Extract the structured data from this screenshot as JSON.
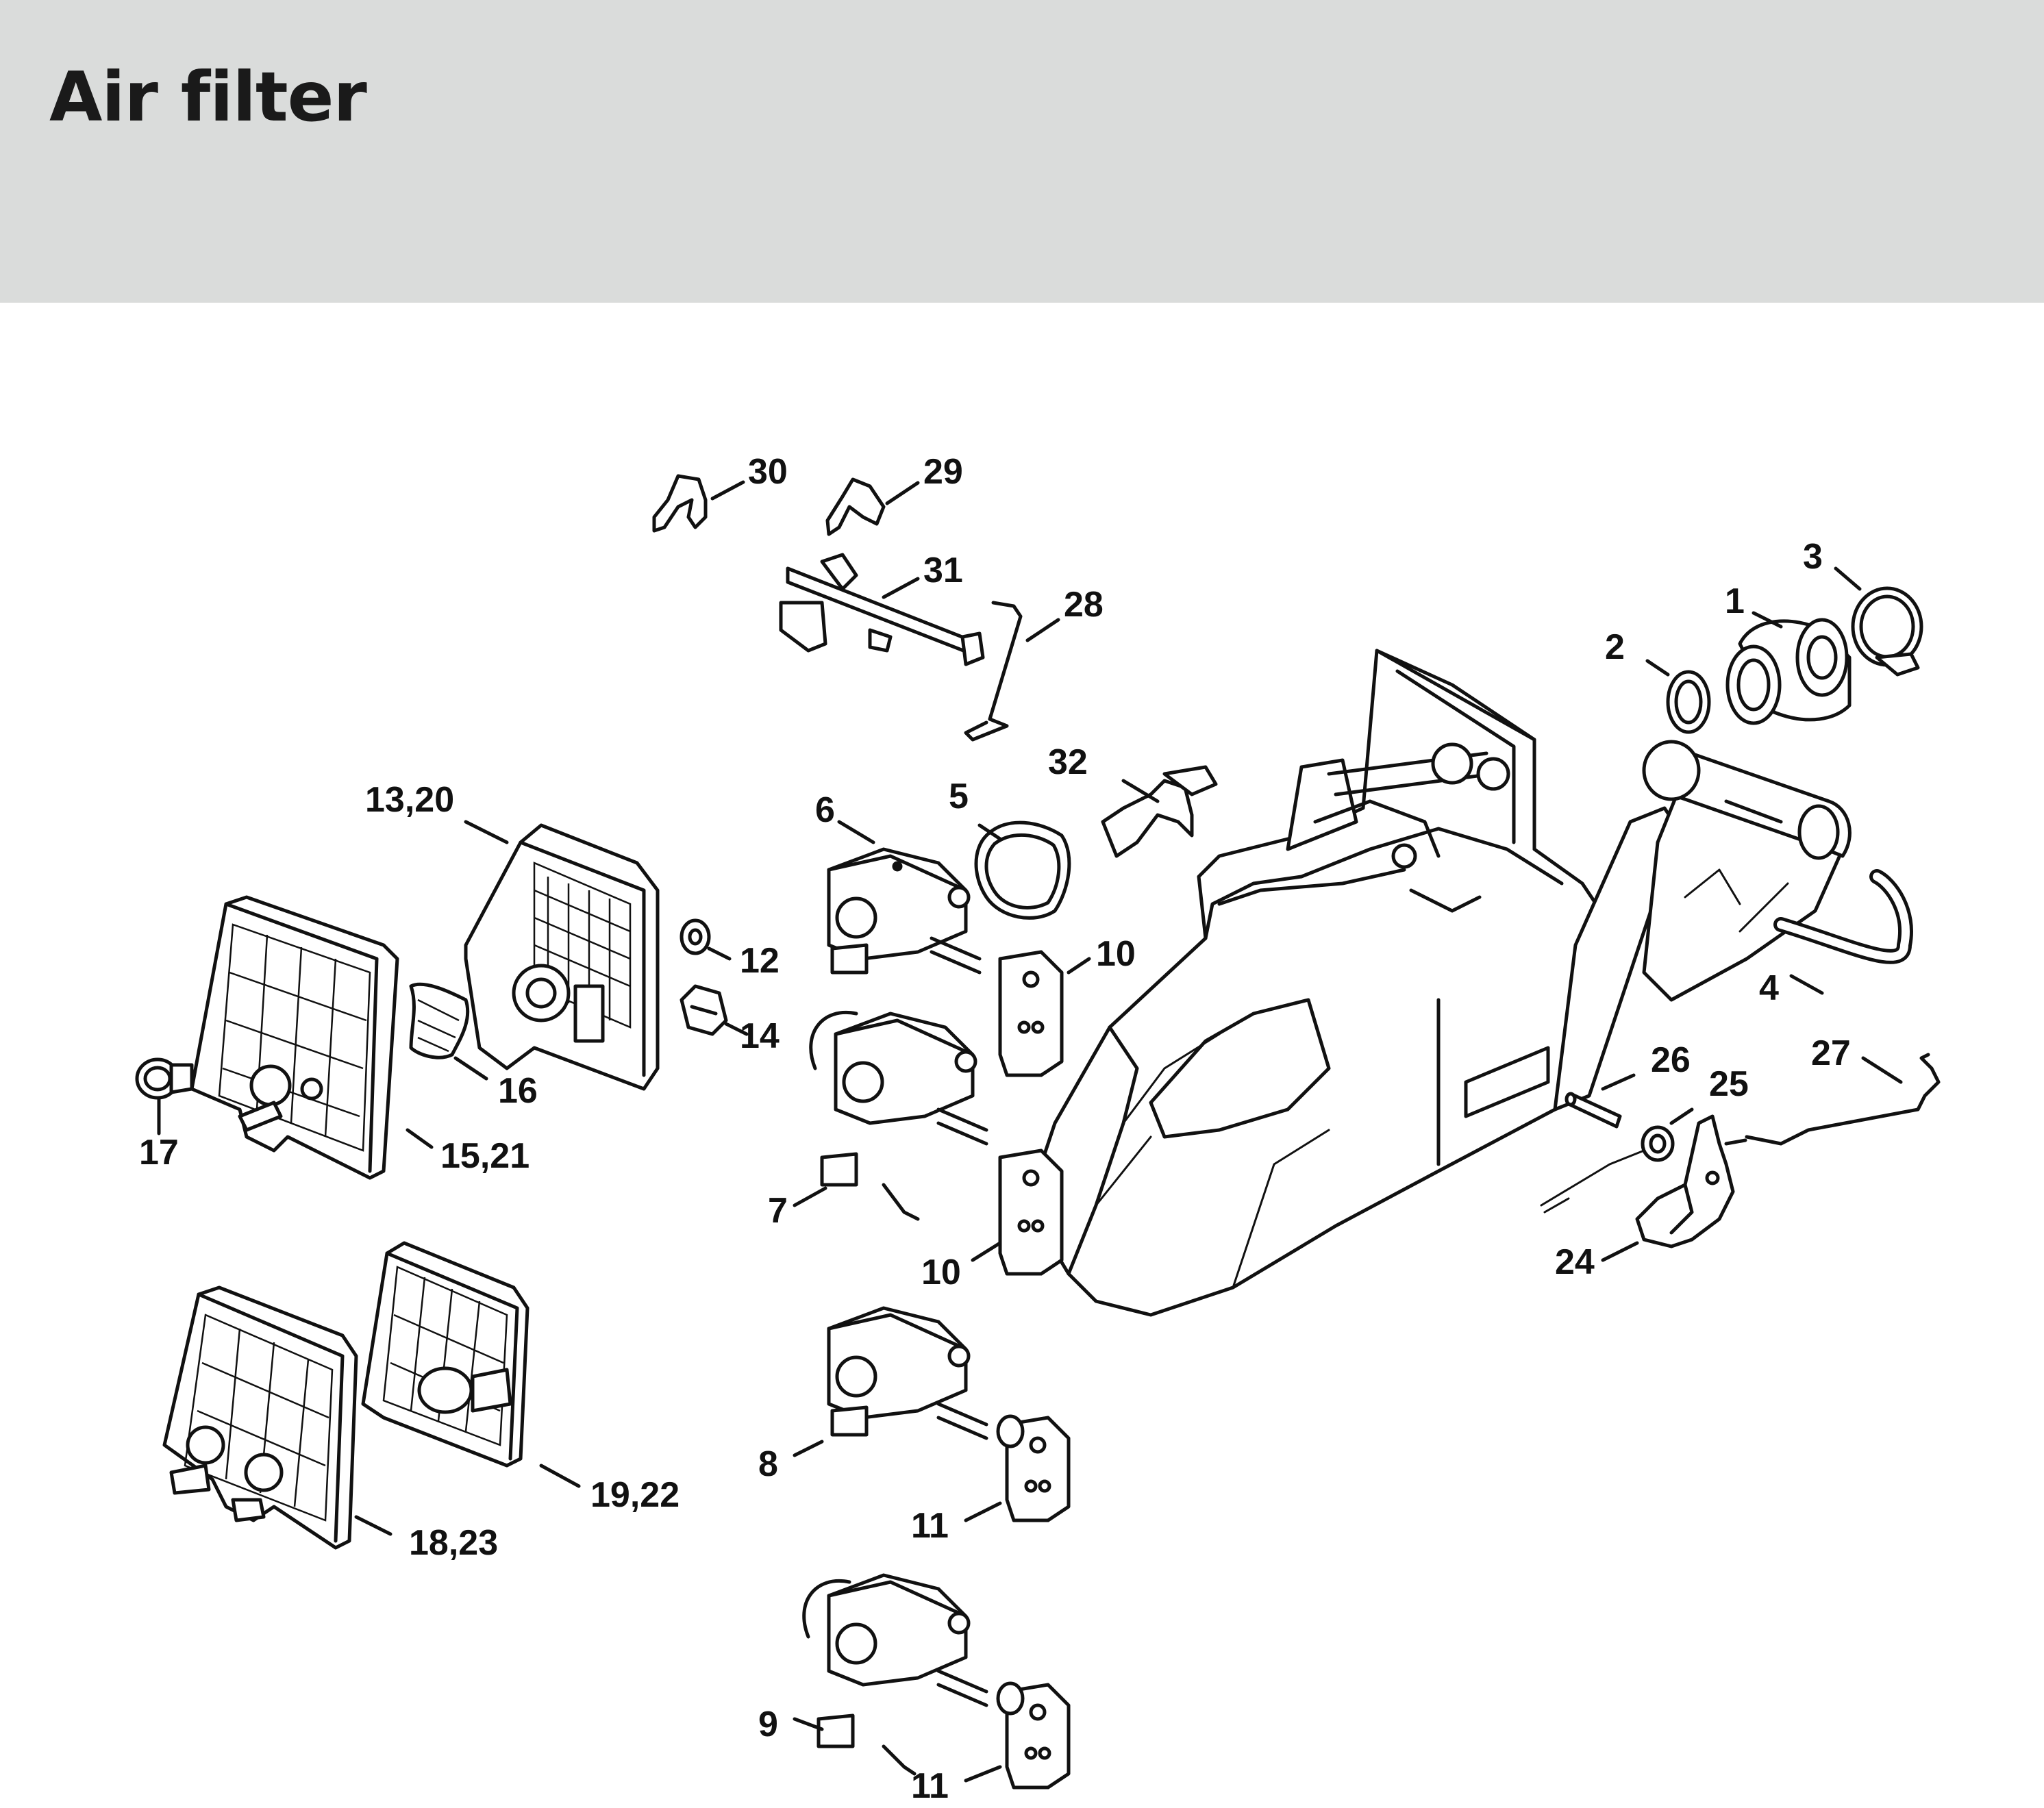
{
  "header": {
    "title": "Air filter",
    "background": "#dadcdb"
  },
  "diagram": {
    "callouts": [
      {
        "id": "c30",
        "label": "30"
      },
      {
        "id": "c29",
        "label": "29"
      },
      {
        "id": "c31",
        "label": "31"
      },
      {
        "id": "c28",
        "label": "28"
      },
      {
        "id": "c3",
        "label": "3"
      },
      {
        "id": "c1",
        "label": "1"
      },
      {
        "id": "c2",
        "label": "2"
      },
      {
        "id": "c32",
        "label": "32"
      },
      {
        "id": "c13_20",
        "label": "13,20"
      },
      {
        "id": "c5",
        "label": "5"
      },
      {
        "id": "c6",
        "label": "6"
      },
      {
        "id": "c12",
        "label": "12"
      },
      {
        "id": "c10a",
        "label": "10"
      },
      {
        "id": "c14",
        "label": "14"
      },
      {
        "id": "c16",
        "label": "16"
      },
      {
        "id": "c4",
        "label": "4"
      },
      {
        "id": "c26",
        "label": "26"
      },
      {
        "id": "c27",
        "label": "27"
      },
      {
        "id": "c25",
        "label": "25"
      },
      {
        "id": "c17",
        "label": "17"
      },
      {
        "id": "c15_21",
        "label": "15,21"
      },
      {
        "id": "c7",
        "label": "7"
      },
      {
        "id": "c10b",
        "label": "10"
      },
      {
        "id": "c24",
        "label": "24"
      },
      {
        "id": "c8",
        "label": "8"
      },
      {
        "id": "c19_22",
        "label": "19,22"
      },
      {
        "id": "c11a",
        "label": "11"
      },
      {
        "id": "c18_23",
        "label": "18,23"
      },
      {
        "id": "c9",
        "label": "9"
      },
      {
        "id": "c11b",
        "label": "11"
      }
    ]
  }
}
